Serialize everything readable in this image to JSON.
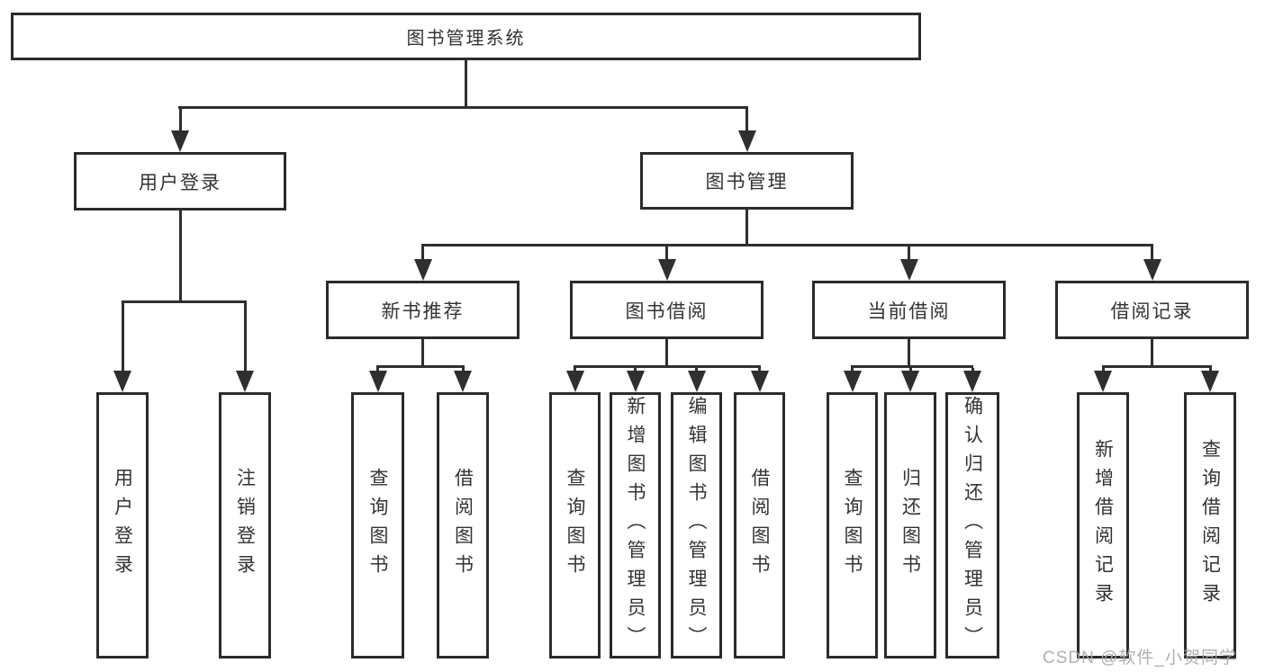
{
  "nodes": {
    "root": "图书管理系统",
    "level2": [
      "用户登录",
      "图书管理"
    ],
    "level3": [
      "新书推荐",
      "图书借阅",
      "当前借阅",
      "借阅记录"
    ],
    "leaves_user_login": [
      "用户登录",
      "注销登录"
    ],
    "leaves_new_books": [
      "查询图书",
      "借阅图书"
    ],
    "leaves_book_borrow": [
      "查询图书",
      "新增图书（管理员）",
      "编辑图书（管理员）",
      "借阅图书"
    ],
    "leaves_current_borrow": [
      "查询图书",
      "归还图书",
      "确认归还（管理员）"
    ],
    "leaves_borrow_records": [
      "新增借阅记录",
      "查询借阅记录"
    ]
  },
  "watermark": "CSDN @软件_小贺同学",
  "colors": {
    "line_color": "#2f2f2f",
    "border_color": "#2b2b2b",
    "text_color": "#333333",
    "watermark_color": "#a8a8a8",
    "bg_color": "#ffffff"
  }
}
